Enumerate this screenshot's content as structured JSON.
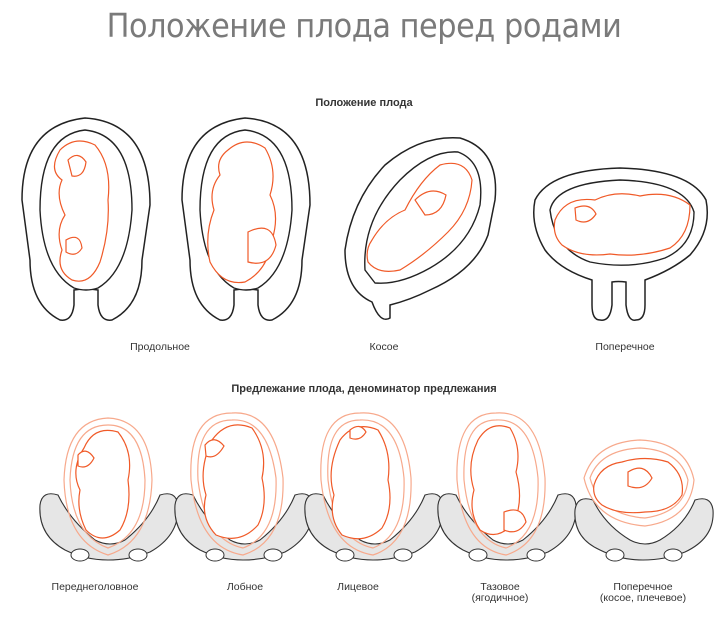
{
  "title": "Положение плода перед родами",
  "sections": {
    "position": {
      "heading": "Положение плода",
      "items": [
        {
          "label": "Продольное"
        },
        {
          "label": "Косое"
        },
        {
          "label": "Поперечное"
        }
      ]
    },
    "presentation": {
      "heading": "Предлежание плода, деноминатор предлежания",
      "items": [
        {
          "label": "Переднеголовное"
        },
        {
          "label": "Лобное"
        },
        {
          "label": "Лицевое"
        },
        {
          "label": "Тазовое",
          "sublabel": "(ягодичное)"
        },
        {
          "label": "Поперечное",
          "sublabel": "(косое, плечевое)"
        }
      ]
    }
  },
  "colors": {
    "fetus": "#f05a28",
    "outline": "#222222",
    "title": "#7a7a7a"
  }
}
